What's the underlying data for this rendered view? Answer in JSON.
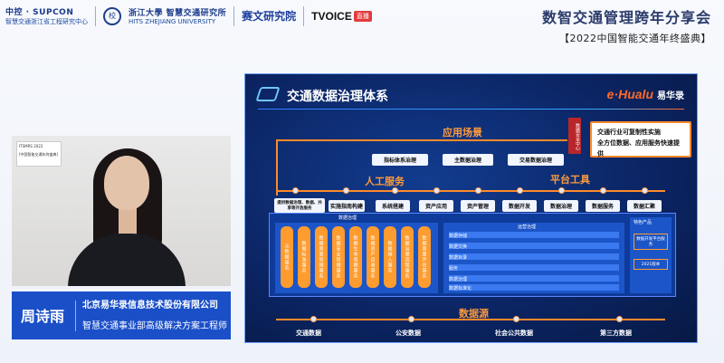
{
  "header": {
    "org1_line1": "中控 · SUPCON",
    "org1_line2": "智慧交通浙江省工程研究中心",
    "org2_line1": "浙江大學 智慧交通研究所",
    "org2_line2": "HITS  ZHEJIANG UNIVERSITY",
    "org3": "赛文研究院",
    "tvoice": "TVOICE",
    "tvoice_tag": "直播",
    "event_title": "数智交通管理跨年分享会",
    "event_subtitle": "【2022中国智能交通年终盛典】"
  },
  "slide": {
    "title": "交通数据治理体系",
    "brand_en": "e·Hualu",
    "brand_cn": "易华录",
    "red_tag": "数据安全中心",
    "callout_line1": "交通行业可复制性实施",
    "callout_line2": "全方位数据、应用服务快速提供",
    "section_scene": "应用场景",
    "scene_items": [
      "指标体系治理",
      "主数据治理",
      "交易数据治理"
    ],
    "section_human": "人工服务",
    "section_platform": "平台工具",
    "service_items": [
      "提供数据治理、数据、共享等开放服务",
      "实施指南构建",
      "系统搭建",
      "资产应用",
      "资产管理",
      "数据开发",
      "数据治理",
      "数据服务",
      "数据汇聚"
    ],
    "panel_left_title": "数据治理",
    "vcards": [
      "元数据服务",
      "数据标准服务",
      "数据质量管理服务",
      "数据安全管理服务",
      "数据生命周期服务",
      "数据资产目录服务",
      "数据接入服务",
      "数据治理流程服务",
      "数据质量评估服务"
    ],
    "panel_mid_title": "运营治理",
    "mid_rows": [
      "数据存储",
      "数据交换",
      "数据目录",
      "服务",
      "数据治理",
      "数据标准化"
    ],
    "panel_right_title": "特色产品",
    "right_boxes": [
      "数据开发平台服务",
      "2021版本"
    ],
    "section_datasrc": "数据源",
    "data_sources": [
      "交通数据",
      "公安数据",
      "社会公共数据",
      "第三方数据"
    ]
  },
  "video": {
    "poster_line1": "ITSMRS 2022",
    "poster_line2": "[中国智能交通年终盛典]"
  },
  "caption": {
    "name": "周诗雨",
    "company": "北京易华录信息技术股份有限公司",
    "role": "智慧交通事业部高级解决方案工程师"
  },
  "colors": {
    "slide_bg": "#0b2462",
    "accent_orange": "#ff8a2a",
    "caption_blue": "#1a4fc8"
  }
}
